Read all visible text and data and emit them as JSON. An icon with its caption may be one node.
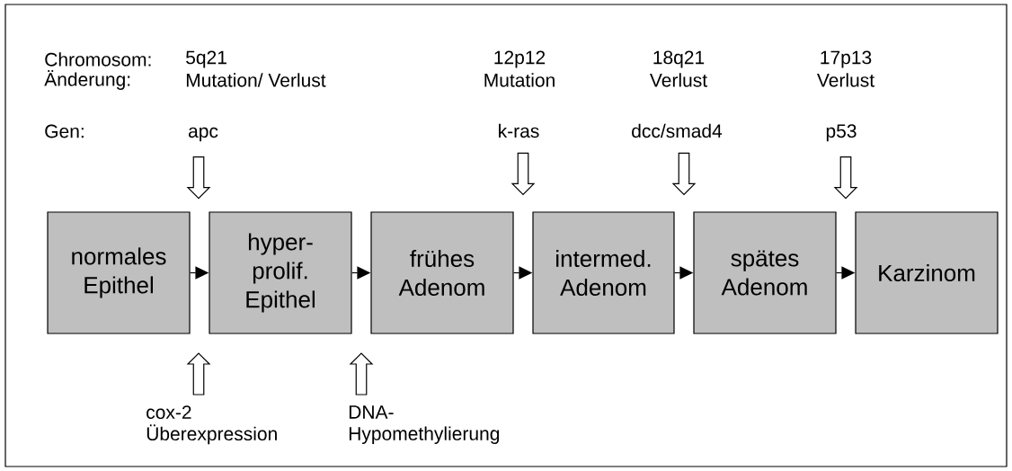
{
  "diagram": {
    "nodes": [
      {
        "text": [
          "normales Epithel"
        ]
      },
      {
        "text": [
          "hyper- prolif. Epithel"
        ]
      },
      {
        "text": [
          "frühes Adenom"
        ]
      },
      {
        "text": [
          "intermed. Adenom"
        ]
      },
      {
        "text": [
          "spätes Adenom"
        ]
      },
      {
        "text": [
          "Karzinom"
        ]
      },
      {
        "text": [
          "apc"
        ]
      },
      {
        "text": [
          "k-ras"
        ]
      },
      {
        "text": [
          "dcc/smad4"
        ]
      },
      {
        "text": [
          "p53"
        ]
      },
      {
        "text": [
          "cox-2 Überexpression"
        ]
      },
      {
        "text": [
          "DNA- Hypomethylierung"
        ]
      }
    ],
    "edges": [
      {
        "from": 0,
        "to": 1,
        "arrow": "to"
      },
      {
        "from": 1,
        "to": 2,
        "arrow": "to"
      },
      {
        "from": 2,
        "to": 3,
        "arrow": "to"
      },
      {
        "from": 3,
        "to": 4,
        "arrow": "to"
      },
      {
        "from": 4,
        "to": 5,
        "arrow": "to"
      },
      {
        "from": 6,
        "to": null,
        "arrow": "to",
        "style": "thick"
      },
      {
        "from": 7,
        "to": null,
        "arrow": "to",
        "style": "thick"
      },
      {
        "from": 8,
        "to": null,
        "arrow": "to",
        "style": "thick"
      },
      {
        "from": 9,
        "to": null,
        "arrow": "to",
        "style": "thick"
      },
      {
        "from": 10,
        "to": null,
        "arrow": "to",
        "style": "thick"
      },
      {
        "from": 11,
        "to": null,
        "arrow": "to",
        "style": "thick"
      }
    ],
    "labels": [
      "Chromosom:",
      "5q21",
      "12p12",
      "18q21",
      "17p13",
      "Änderung:",
      "Mutation/ Verlust",
      "Mutation",
      "Verlust",
      "Verlust",
      "Gen:"
    ]
  }
}
